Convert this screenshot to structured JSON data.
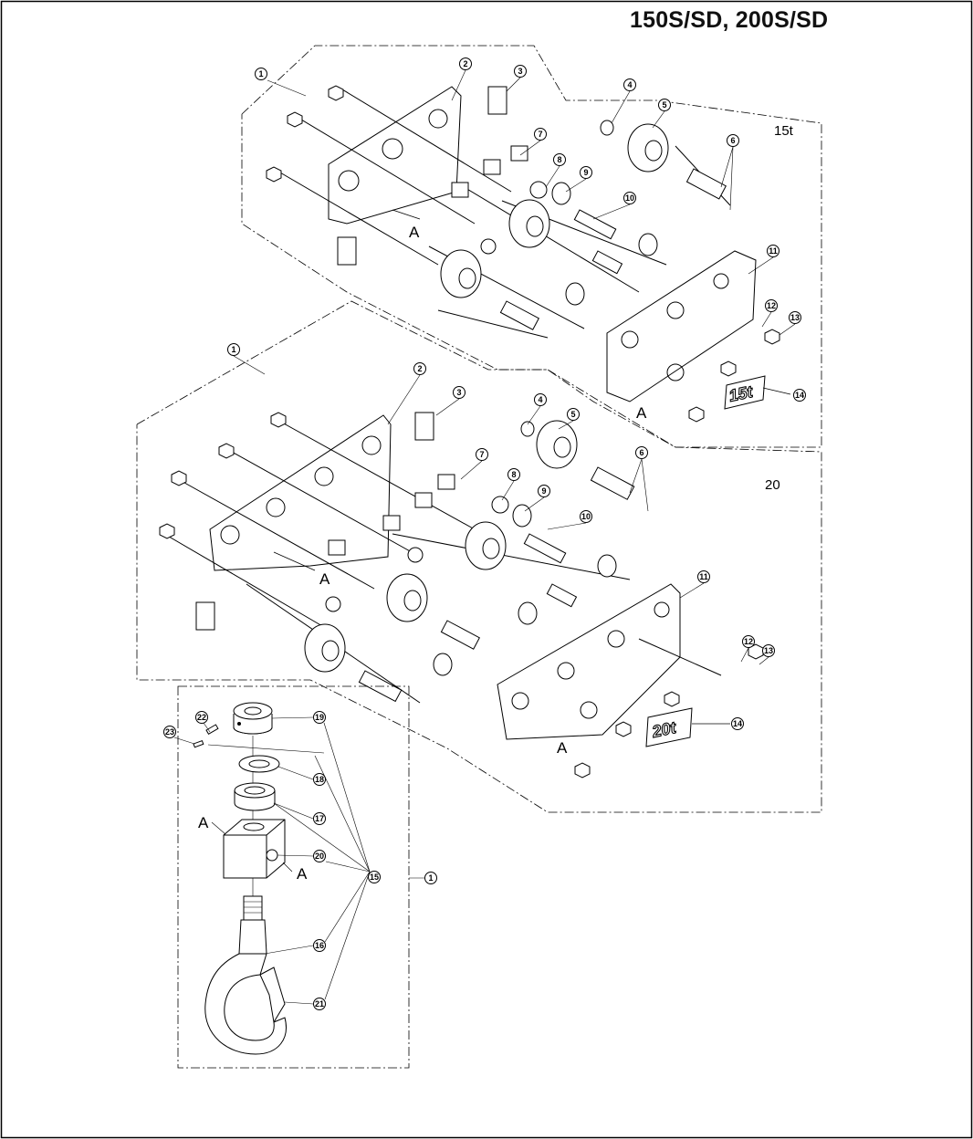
{
  "title": "150S/SD, 200S/SD",
  "sections": {
    "upper_label": "15t",
    "lower_label": "20"
  },
  "stamps": {
    "upper": "15t",
    "lower": "20t"
  },
  "view_markers": [
    "A",
    "A",
    "A",
    "A",
    "A",
    "A"
  ],
  "callouts": {
    "upper": [
      "1",
      "2",
      "3",
      "4",
      "5",
      "6",
      "7",
      "8",
      "9",
      "10",
      "11",
      "12",
      "13",
      "14"
    ],
    "lower": [
      "1",
      "2",
      "3",
      "4",
      "5",
      "6",
      "7",
      "8",
      "9",
      "10",
      "11",
      "12",
      "13",
      "14"
    ],
    "hook": [
      "22",
      "23",
      "19",
      "18",
      "17",
      "20",
      "15",
      "1",
      "16",
      "21"
    ]
  }
}
